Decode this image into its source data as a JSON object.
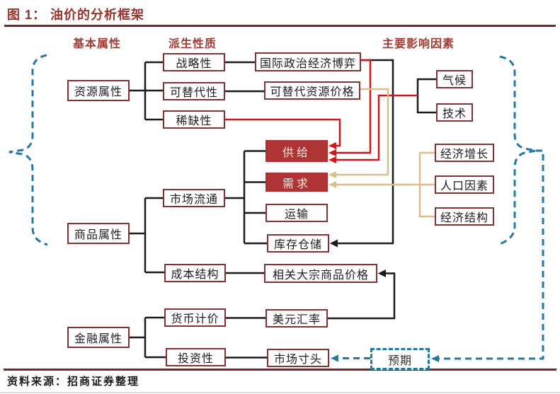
{
  "title": "图 1：  油价的分析框架",
  "headers": {
    "basic": "基本属性",
    "derived": "派生性质",
    "factors": "主要影响因素"
  },
  "nodes": {
    "resource": {
      "label": "资源属性"
    },
    "commodity": {
      "label": "商品属性"
    },
    "financial": {
      "label": "金融属性"
    },
    "strategic": {
      "label": "战略性"
    },
    "substitutable": {
      "label": "可替代性"
    },
    "scarcity": {
      "label": "稀缺性"
    },
    "circulation": {
      "label": "市场流通"
    },
    "cost": {
      "label": "成本结构"
    },
    "currency": {
      "label": "货币计价"
    },
    "investment": {
      "label": "投资性"
    },
    "geopolitics": {
      "label": "国际政治经济博弈"
    },
    "altprice": {
      "label": "可替代资源价格"
    },
    "supply": {
      "label": "供给"
    },
    "demand": {
      "label": "需求"
    },
    "transport": {
      "label": "运输"
    },
    "inventory": {
      "label": "库存仓储"
    },
    "related": {
      "label": "相关大宗商品价格"
    },
    "usd": {
      "label": "美元汇率"
    },
    "position": {
      "label": "市场寸头"
    },
    "climate": {
      "label": "气候"
    },
    "tech": {
      "label": "技术"
    },
    "growth": {
      "label": "经济增长"
    },
    "population": {
      "label": "人口因素"
    },
    "structure": {
      "label": "经济结构"
    },
    "expectation": {
      "label": "预期"
    }
  },
  "source": "资料来源：招商证券整理",
  "colors": {
    "title_red": "#9a322c",
    "box_border_maroon": "#853033",
    "filled_box_red": "#b03336",
    "arrow_red": "#cd1719",
    "arrow_tan": "#dabe8c",
    "dashed_blue": "#2279a6",
    "line_black": "#1a1a1a",
    "rule_maroon": "#7a2428"
  }
}
